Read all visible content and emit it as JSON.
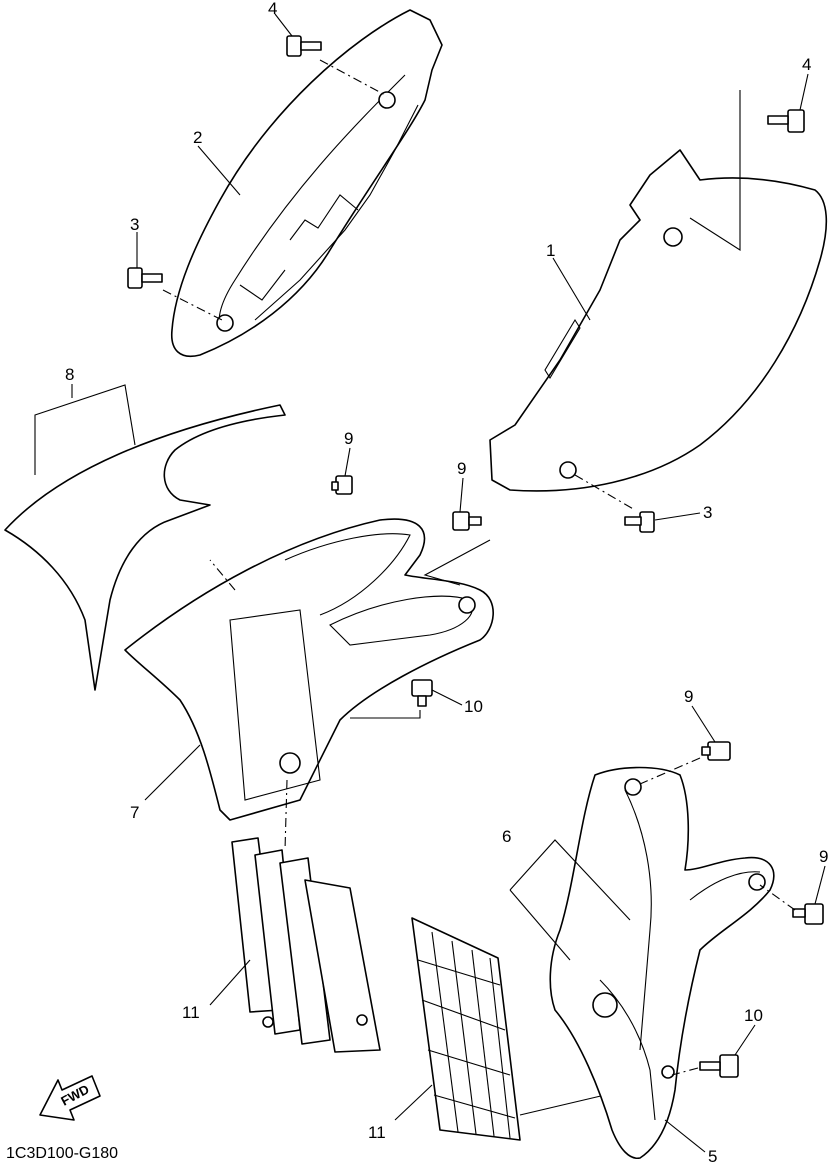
{
  "callouts": [
    {
      "id": "c1",
      "label": "1"
    },
    {
      "id": "c2",
      "label": "2"
    },
    {
      "id": "c3a",
      "label": "3"
    },
    {
      "id": "c3b",
      "label": "3"
    },
    {
      "id": "c4a",
      "label": "4"
    },
    {
      "id": "c4b",
      "label": "4"
    },
    {
      "id": "c5",
      "label": "5"
    },
    {
      "id": "c6",
      "label": "6"
    },
    {
      "id": "c7",
      "label": "7"
    },
    {
      "id": "c8",
      "label": "8"
    },
    {
      "id": "c9a",
      "label": "9"
    },
    {
      "id": "c9b",
      "label": "9"
    },
    {
      "id": "c9c",
      "label": "9"
    },
    {
      "id": "c9d",
      "label": "9"
    },
    {
      "id": "c10a",
      "label": "10"
    },
    {
      "id": "c10b",
      "label": "10"
    },
    {
      "id": "c11a",
      "label": "11"
    },
    {
      "id": "c11b",
      "label": "11"
    }
  ],
  "fwd_label": "FWD",
  "diagram_code": "1C3D100-G180"
}
